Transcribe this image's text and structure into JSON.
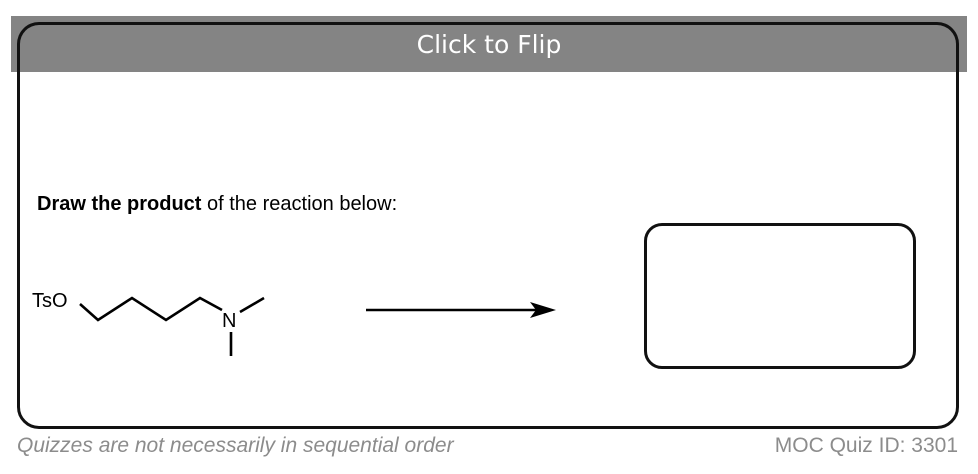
{
  "card": {
    "flip_label": "Click to Flip",
    "prompt_bold": "Draw the product",
    "prompt_rest": " of the reaction below:"
  },
  "molecule": {
    "tso_label": "TsO",
    "n_label": "N"
  },
  "footer": {
    "note": "Quizzes are not necessarily in sequential order",
    "quiz_id": "MOC Quiz ID: 3301"
  },
  "colors": {
    "bar": "#848484",
    "footer_text": "#8c8c8c",
    "border": "#111111"
  }
}
